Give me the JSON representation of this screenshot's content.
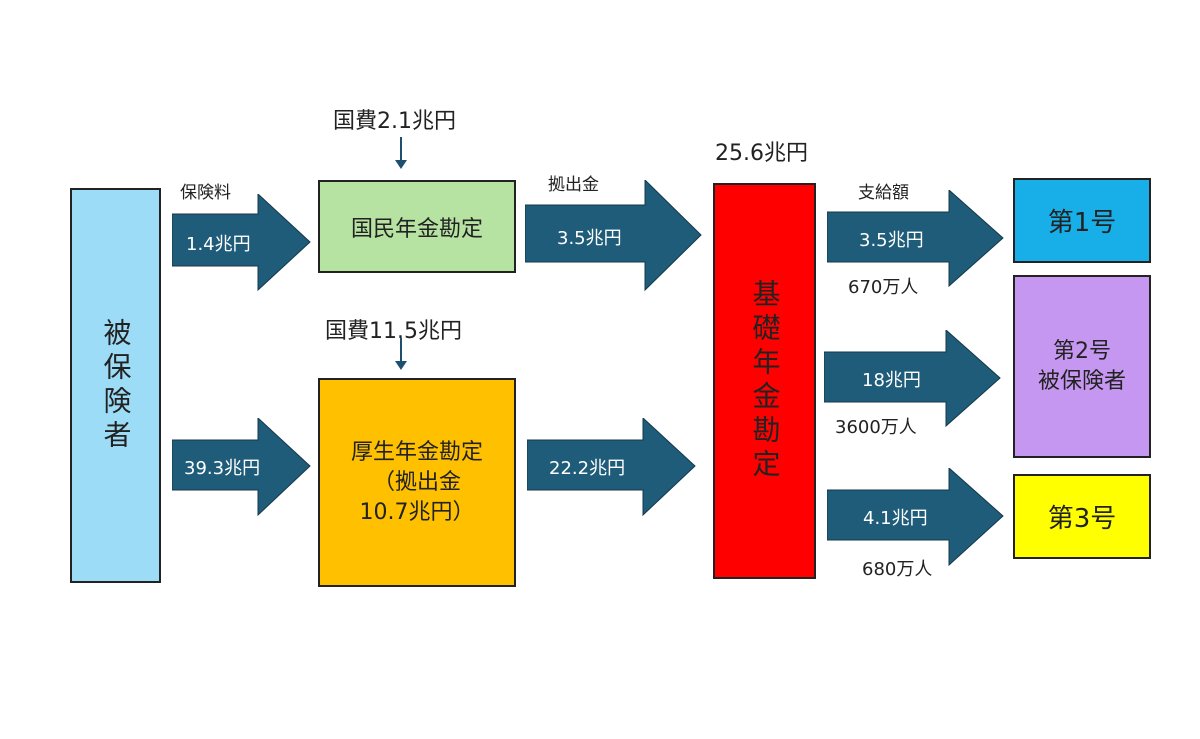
{
  "colors": {
    "arrow": "#1f5c7a",
    "insured": "#9ddcf7",
    "national": "#b6e3a1",
    "employee": "#ffc000",
    "basic": "#ff0000",
    "cat1": "#18aee8",
    "cat2": "#c597f0",
    "cat3": "#ffff00"
  },
  "insured": {
    "label": "被保険者"
  },
  "premium": {
    "caption": "保険料",
    "amount_national": "1.4兆円",
    "amount_employee": "39.3兆円"
  },
  "national_account": {
    "label": "国民年金勘定",
    "subsidy": "国費2.1兆円"
  },
  "employee_account": {
    "line1": "厚生年金勘定",
    "line2": "（拠出金",
    "line3": "10.7兆円）",
    "subsidy": "国費11.5兆円"
  },
  "contribution": {
    "caption": "拠出金",
    "from_national": "3.5兆円",
    "from_employee": "22.2兆円"
  },
  "basic_account": {
    "label": "基礎年金勘定",
    "total": "25.6兆円"
  },
  "payment": {
    "caption": "支給額",
    "items": [
      {
        "amount": "3.5兆円",
        "people": "670万人",
        "target": "第1号"
      },
      {
        "amount": "18兆円",
        "people": "3600万人",
        "target_line1": "第2号",
        "target_line2": "被保険者"
      },
      {
        "amount": "4.1兆円",
        "people": "680万人",
        "target": "第3号"
      }
    ]
  }
}
